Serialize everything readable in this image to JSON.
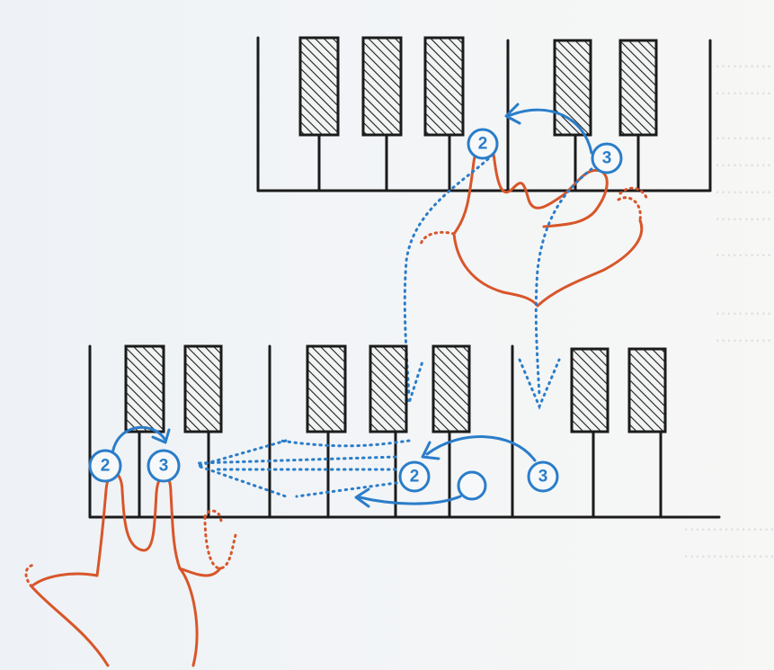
{
  "colors": {
    "finger_marker": "#2a7dc9",
    "hand_outline": "#d8562a",
    "key_ink": "#1b1b1b",
    "paper": "#f2f5f8"
  },
  "finger_labels": {
    "upper_left": "2",
    "upper_right": "3",
    "lower_a": "2",
    "lower_b": "3",
    "lower_c": "2",
    "lower_d": "3"
  }
}
